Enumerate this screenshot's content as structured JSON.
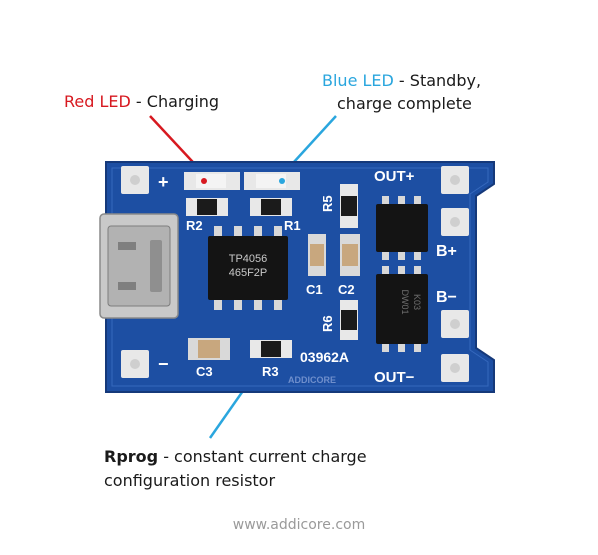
{
  "annotations": {
    "red_led": {
      "name": "Red LED",
      "desc": " - Charging"
    },
    "blue_led": {
      "name": "Blue LED",
      "desc": " - Standby,",
      "desc2": "charge complete"
    },
    "rprog": {
      "name": "Rprog",
      "desc": " - constant current charge",
      "desc2": "configuration resistor"
    }
  },
  "board": {
    "silkscreen": {
      "plus": "+",
      "minus": "−",
      "out_plus": "OUT+",
      "out_minus": "OUT−",
      "b_plus": "B+",
      "b_minus": "B−",
      "r1": "R1",
      "r2": "R2",
      "r3": "R3",
      "r5": "R5",
      "r6": "R6",
      "c1": "C1",
      "c2": "C2",
      "c3": "C3",
      "board_id": "03962A",
      "brand": "ADDICORE"
    },
    "chip_main": {
      "line1": "TP4056",
      "line2": "465F2P"
    },
    "chip_side": {
      "line1": "DW01",
      "line2": "K03"
    }
  },
  "footer": "www.addicore.com",
  "colors": {
    "pcb": "#1d4fa3",
    "pcb_edge": "#15397a",
    "red_accent": "#d71920",
    "blue_accent": "#2aa6de",
    "pad": "#e8e8e8",
    "chip": "#141414"
  }
}
